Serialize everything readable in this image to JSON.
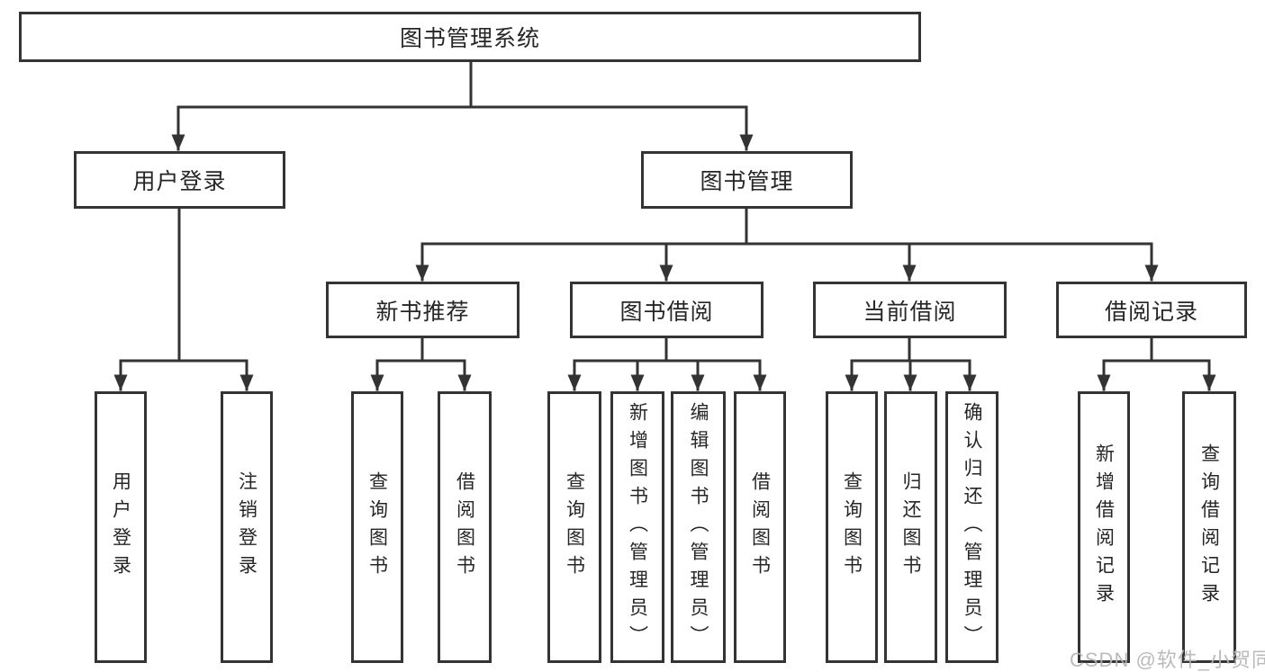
{
  "page": {
    "background": "#ffffff",
    "watermark": {
      "text": "CSDN @软件_小贺同学",
      "color": "#b5b5b5"
    }
  },
  "style": {
    "line_color": "#333333",
    "box_border_color": "#343434",
    "text_color": "#262626"
  },
  "tree": {
    "root": {
      "label": "图书管理系统",
      "children": [
        {
          "label": "用户登录",
          "children": [
            {
              "label": "用户登录"
            },
            {
              "label": "注销登录"
            }
          ]
        },
        {
          "label": "图书管理",
          "children": [
            {
              "label": "新书推荐",
              "children": [
                {
                  "label": "查询图书"
                },
                {
                  "label": "借阅图书"
                }
              ]
            },
            {
              "label": "图书借阅",
              "children": [
                {
                  "label": "查询图书"
                },
                {
                  "label": "新增图书（管理员）"
                },
                {
                  "label": "编辑图书（管理员）"
                },
                {
                  "label": "借阅图书"
                }
              ]
            },
            {
              "label": "当前借阅",
              "children": [
                {
                  "label": "查询图书"
                },
                {
                  "label": "归还图书"
                },
                {
                  "label": "确认归还（管理员）"
                }
              ]
            },
            {
              "label": "借阅记录",
              "children": [
                {
                  "label": "新增借阅记录"
                },
                {
                  "label": "查询借阅记录"
                }
              ]
            }
          ]
        }
      ]
    }
  }
}
